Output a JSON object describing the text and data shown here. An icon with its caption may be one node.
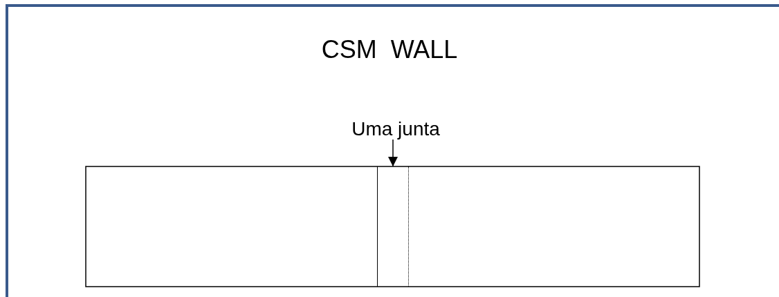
{
  "diagram": {
    "title": "CSM  WALL",
    "nodes": [
      {
        "text": [
          "Uma junta"
        ]
      },
      {
        "text": [],
        "shape": "box"
      }
    ],
    "edges": [
      {
        "from": 0,
        "to": 1,
        "arrow": "to"
      }
    ]
  }
}
